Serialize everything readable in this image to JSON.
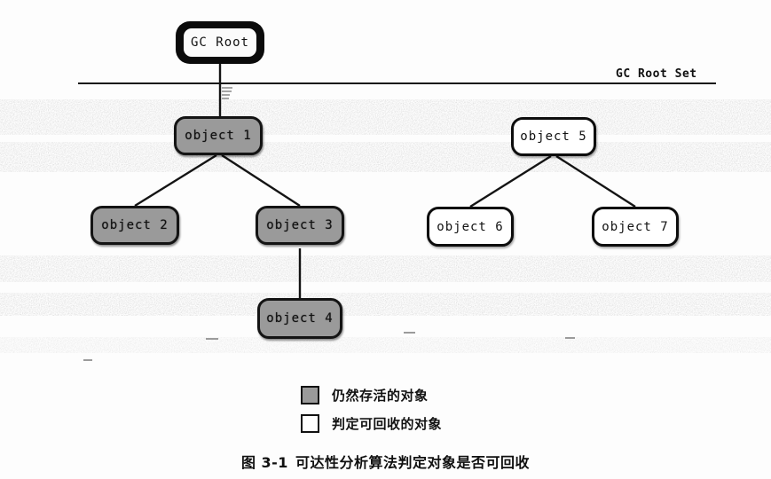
{
  "figure": {
    "caption_number": "图 3-1",
    "caption_text": "可达性分析算法判定对象是否可回收"
  },
  "root_set": {
    "label": "GC Root Set"
  },
  "nodes": [
    {
      "id": "gc-root",
      "label": "GC Root",
      "kind": "gc-root"
    },
    {
      "id": "object-1",
      "label": "object 1",
      "kind": "alive"
    },
    {
      "id": "object-2",
      "label": "object 2",
      "kind": "alive"
    },
    {
      "id": "object-3",
      "label": "object 3",
      "kind": "alive"
    },
    {
      "id": "object-4",
      "label": "object 4",
      "kind": "alive"
    },
    {
      "id": "object-5",
      "label": "object 5",
      "kind": "dead"
    },
    {
      "id": "object-6",
      "label": "object 6",
      "kind": "dead"
    },
    {
      "id": "object-7",
      "label": "object 7",
      "kind": "dead"
    }
  ],
  "legend": {
    "items": [
      {
        "swatch": "alive",
        "label": "仍然存活的对象"
      },
      {
        "swatch": "dead",
        "label": "判定可回收的对象"
      }
    ]
  },
  "colors": {
    "alive_fill": "#9a9a9a",
    "dead_fill": "#ffffff",
    "stroke": "#141414",
    "page_background": "#fdfdfd"
  }
}
